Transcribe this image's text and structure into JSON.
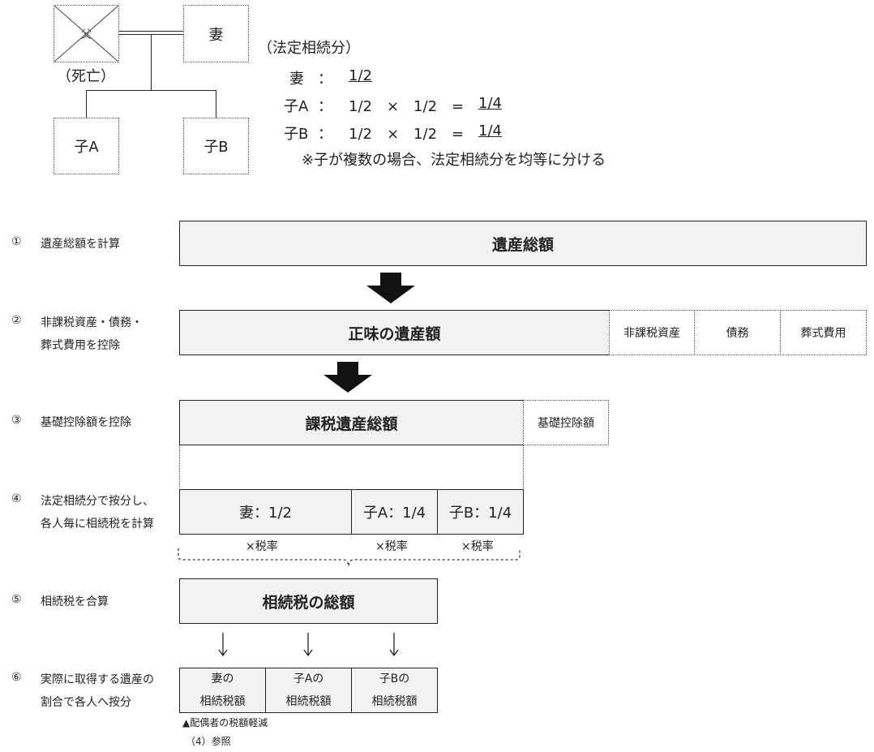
{
  "family": {
    "deceased_mark": "父",
    "deceased_note": "（死亡）",
    "spouse": "妻",
    "child_a": "子A",
    "child_b": "子B"
  },
  "legal_shares": {
    "heading": "（法定相続分）",
    "rows": [
      {
        "label": "妻",
        "colon": "：",
        "expr": "",
        "result": "1/2"
      },
      {
        "label": "子A",
        "colon": "：",
        "expr": "1/2　×　1/2　=",
        "result": "1/4"
      },
      {
        "label": "子B",
        "colon": "：",
        "expr": "1/2　×　1/2　=",
        "result": "1/4"
      }
    ],
    "note": "※子が複数の場合、法定相続分を均等に分ける"
  },
  "steps": [
    {
      "num": "①",
      "lines": [
        "遺産総額を計算"
      ]
    },
    {
      "num": "②",
      "lines": [
        "非課税資産・債務・",
        "葬式費用を控除"
      ]
    },
    {
      "num": "③",
      "lines": [
        "基礎控除額を控除"
      ]
    },
    {
      "num": "④",
      "lines": [
        "法定相続分で按分し、",
        "各人毎に相続税を計算"
      ]
    },
    {
      "num": "⑤",
      "lines": [
        "相続税を合算"
      ]
    },
    {
      "num": "⑥",
      "lines": [
        "実際に取得する遺産の",
        "割合で各人へ按分"
      ]
    }
  ],
  "boxes": {
    "gross_estate": "遺産総額",
    "net_estate": "正味の遺産額",
    "nontaxable": "非課税資産",
    "debts": "債務",
    "funeral": "葬式費用",
    "taxable_estate": "課税遺産総額",
    "basic_deduction": "基礎控除額",
    "share_spouse": "妻：1/2",
    "share_a": "子A：1/4",
    "share_b": "子B：1/4",
    "tax_rate": "×税率",
    "total_tax": "相続税の総額",
    "final_spouse": [
      "妻の",
      "相続税額"
    ],
    "final_a": [
      "子Aの",
      "相続税額"
    ],
    "final_b": [
      "子Bの",
      "相続税額"
    ]
  },
  "footnotes": [
    "▲配偶者の税額軽減",
    "（4）参照"
  ]
}
